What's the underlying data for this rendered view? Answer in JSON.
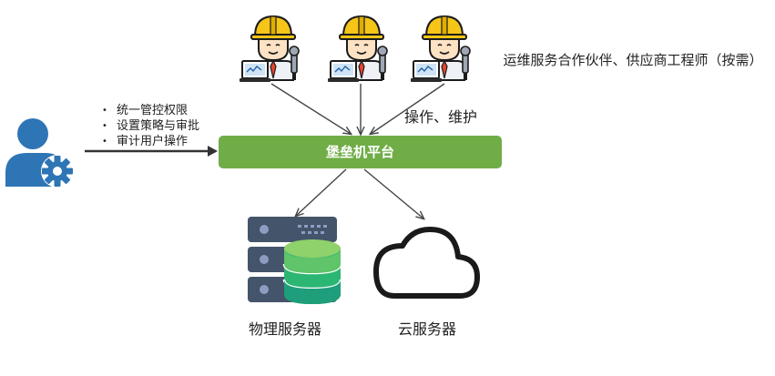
{
  "admin": {
    "icon": "user-gear-icon",
    "bullets": [
      "统一管控权限",
      "设置策略与审批",
      "审计用户操作"
    ]
  },
  "engineers": {
    "icon": "engineer-with-laptop-icon",
    "count": 3,
    "label": "运维服务合作伙伴、供应商工程师（按需）",
    "action_label": "操作、维护"
  },
  "platform": {
    "label": "堡垒机平台",
    "color": "#70ad47"
  },
  "targets": {
    "physical": {
      "label": "物理服务器",
      "icon": "server-database-icon"
    },
    "cloud": {
      "label": "云服务器",
      "icon": "cloud-icon"
    }
  },
  "colors": {
    "admin_blue": "#2e75b6",
    "helmet_yellow": "#f5c518",
    "server_navy": "#44546a",
    "db_green": "#2bb673",
    "arrow": "#444444"
  }
}
